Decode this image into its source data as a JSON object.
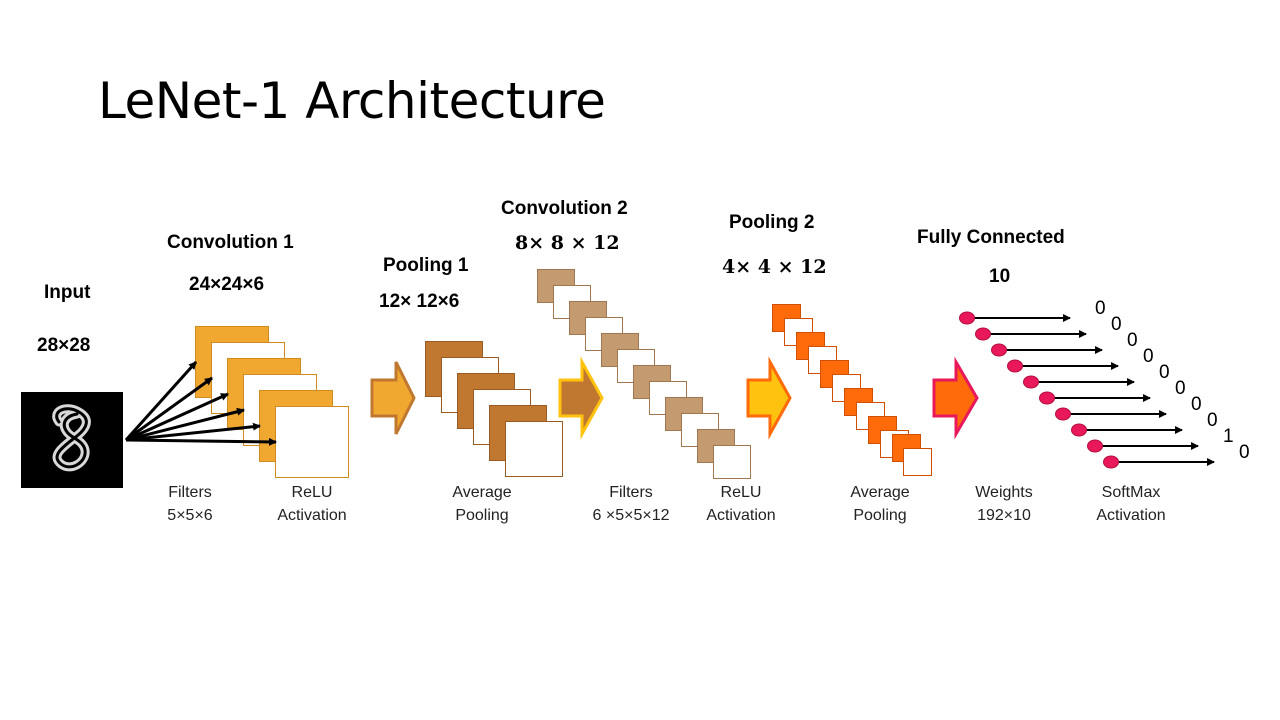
{
  "title": "LeNet-1 Architecture",
  "stages": {
    "input": {
      "label": "Input",
      "dims": "28×28"
    },
    "conv1": {
      "label": "Convolution 1",
      "dims": "24×24×6",
      "caption1": [
        "Filters",
        "5×5×6"
      ],
      "caption2": [
        "ReLU",
        "Activation"
      ]
    },
    "pool1": {
      "label": "Pooling 1",
      "dims": "12× 12×6",
      "caption": [
        "Average",
        "Pooling"
      ]
    },
    "conv2": {
      "label": "Convolution 2",
      "dims": "8× 8 × 12",
      "caption1": [
        "Filters",
        "6 ×5×5×12"
      ],
      "caption2": [
        "ReLU",
        "Activation"
      ]
    },
    "pool2": {
      "label": "Pooling 2",
      "dims": "4× 4 × 12",
      "caption": [
        "Average",
        "Pooling"
      ]
    },
    "fc": {
      "label": "Fully Connected",
      "dims": "10",
      "caption1": [
        "Weights",
        "192×10"
      ],
      "caption2": [
        "SoftMax",
        "Activation"
      ]
    }
  },
  "outputs": [
    "0",
    "0",
    "0",
    "0",
    "0",
    "0",
    "0",
    "0",
    "1",
    "0"
  ],
  "colors": {
    "conv1": "#f0a830",
    "pool1": "#c07830",
    "conv2": "#c49a70",
    "pool2": "#ff6a0a",
    "fc_node": "#e8185a",
    "arrow1": "#f0a830",
    "arrow2": "#ffc20e",
    "arrow3": "#ffc20e",
    "arrow4": "#ff6a0a"
  }
}
